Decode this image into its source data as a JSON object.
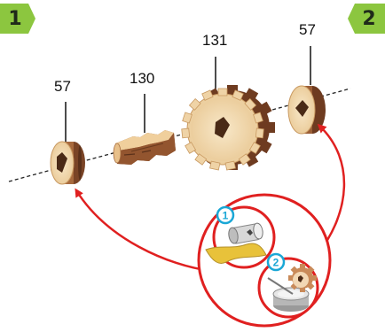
{
  "steps": {
    "current": "1",
    "next": "2"
  },
  "parts": [
    {
      "id": "left-washer",
      "label": "57"
    },
    {
      "id": "axle",
      "label": "130"
    },
    {
      "id": "gear",
      "label": "131"
    },
    {
      "id": "right-washer",
      "label": "57"
    }
  ],
  "substeps": [
    {
      "number": "1"
    },
    {
      "number": "2"
    }
  ],
  "colors": {
    "badge_green": "#8cc63f",
    "callout_red": "#e02020",
    "substep_blue": "#1aa7d6",
    "wood_light": "#f3dcb6",
    "wood_dark": "#7a4426",
    "sandpaper": "#e8c23a"
  }
}
